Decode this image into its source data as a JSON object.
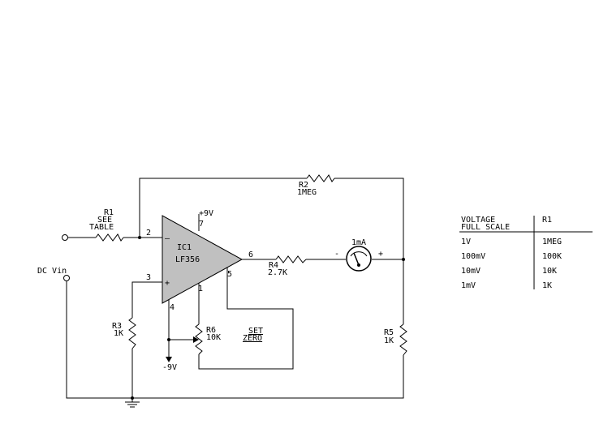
{
  "colors": {
    "line": "#000000",
    "opamp_fill": "#c0c0c0",
    "background": "#ffffff"
  },
  "labels": {
    "r1_name": "R1",
    "r1_value_1": "SEE",
    "r1_value_2": "TABLE",
    "r2_name": "R2",
    "r2_value": "1MEG",
    "r3_name": "R3",
    "r3_value": "1K",
    "r4_name": "R4",
    "r4_value": "2.7K",
    "r5_name": "R5",
    "r5_value": "1K",
    "r6_name": "R6",
    "r6_value": "10K",
    "ic_name": "IC1",
    "ic_part": "LF356",
    "pin2": "2",
    "pin3": "3",
    "pin4": "4",
    "pin5": "5",
    "pin6": "6",
    "pin7": "7",
    "pin1": "1",
    "minus_sign": "–",
    "plus_sign": "+",
    "vpos": "+9V",
    "vneg": "-9V",
    "meter": "1mA",
    "meter_minus": "-",
    "meter_plus": "+",
    "set_zero_1": "SET",
    "set_zero_2": "ZERO",
    "dc_vin": "DC Vin"
  },
  "table": {
    "header_voltage_1": "VOLTAGE",
    "header_voltage_2": "FULL SCALE",
    "header_r1": "R1",
    "rows": [
      {
        "voltage": "1V",
        "r1": "1MEG"
      },
      {
        "voltage": "100mV",
        "r1": "100K"
      },
      {
        "voltage": "10mV",
        "r1": "10K"
      },
      {
        "voltage": "1mV",
        "r1": "1K"
      }
    ]
  }
}
